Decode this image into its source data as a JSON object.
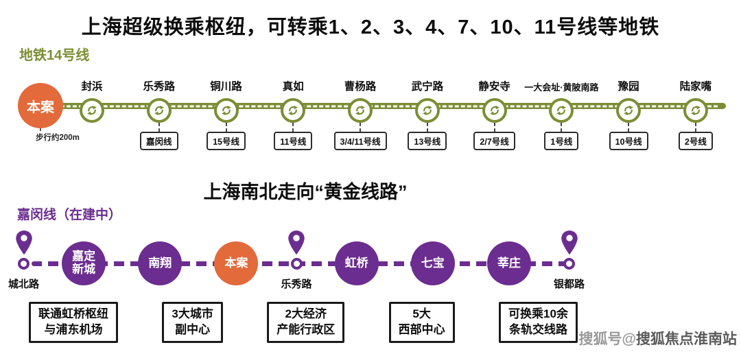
{
  "header": {
    "title": "上海超级换乘枢纽，可转乘1、2、3、4、7、10、11号线等地铁"
  },
  "line14": {
    "label": "地铁14号线",
    "origin": {
      "name": "本案",
      "walk_note": "步行约200m"
    },
    "stations": [
      {
        "name": "封浜",
        "transfer": ""
      },
      {
        "name": "乐秀路",
        "transfer": "嘉闵线"
      },
      {
        "name": "铜川路",
        "transfer": "15号线"
      },
      {
        "name": "真如",
        "transfer": "11号线"
      },
      {
        "name": "曹杨路",
        "transfer": "3/4/11号线"
      },
      {
        "name": "武宁路",
        "transfer": "13号线"
      },
      {
        "name": "静安寺",
        "transfer": "2/7号线"
      },
      {
        "name": "一大会址·黄陂南路",
        "transfer": "1号线"
      },
      {
        "name": "豫园",
        "transfer": "10号线"
      },
      {
        "name": "陆家嘴",
        "transfer": "2号线"
      }
    ]
  },
  "jiamin": {
    "title": "上海南北走向“黄金线路”",
    "label": "嘉闵线（在建中）",
    "stops": [
      {
        "type": "pin",
        "name": "城北路"
      },
      {
        "type": "station",
        "name": "嘉定\n新城"
      },
      {
        "type": "station",
        "name": "南翔"
      },
      {
        "type": "origin",
        "name": "本案"
      },
      {
        "type": "pin",
        "name": "乐秀路"
      },
      {
        "type": "station",
        "name": "虹桥"
      },
      {
        "type": "station",
        "name": "七宝"
      },
      {
        "type": "station",
        "name": "莘庄"
      },
      {
        "type": "pin",
        "name": "银都路"
      }
    ],
    "highlights": [
      "联通虹桥枢纽\n与浦东机场",
      "3大城市\n副中心",
      "2大经济\n产能行政区",
      "5大\n西部中心",
      "可换乘10余\n条轨交线路"
    ]
  },
  "icons": {
    "station_icon": "metro-transfer-arrows",
    "pin_icon": "location-pin"
  },
  "colors": {
    "olive": "#7C8E35",
    "purple": "#6B2D8F",
    "orange": "#E26A3B"
  },
  "watermark": {
    "prefix": "搜狐号@",
    "name": "搜狐焦点淮南站"
  }
}
